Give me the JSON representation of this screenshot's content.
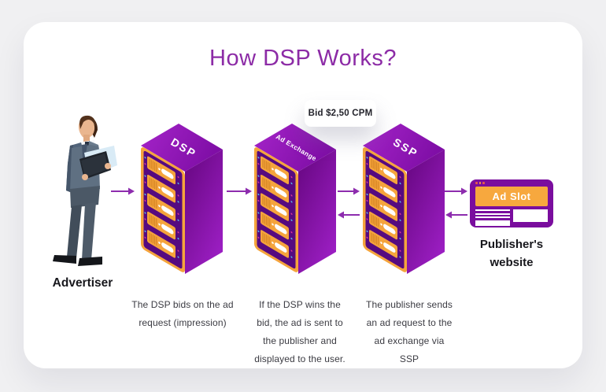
{
  "title": "How DSP Works?",
  "colors": {
    "accent_purple": "#8C2BA6",
    "tower_top_purple": "#9A1DBD",
    "tower_side_purple": "#7C0BA4",
    "tower_frame_orange": "#F5A43C",
    "tower_panel_purple": "#560A80",
    "arrow_purple": "#8D2CAE",
    "browser_purple": "#7A0D9E",
    "ad_slot_orange": "#F7A83E",
    "text_dark": "#26262E"
  },
  "advertiser": {
    "label": "Advertiser"
  },
  "towers": [
    {
      "label": "DSP",
      "description": "The DSP bids on the ad request (impression)"
    },
    {
      "label": "Ad Exchange",
      "description": "If the DSP wins the bid, the ad is sent to the publisher and displayed to the user."
    },
    {
      "label": "SSP",
      "description": "The publisher sends an ad request to the ad exchange via SSP"
    }
  ],
  "bid_tooltip": {
    "text": "Bid $2,50 CPM"
  },
  "publisher": {
    "ad_slot_label": "Ad Slot",
    "label": "Publisher's website"
  }
}
